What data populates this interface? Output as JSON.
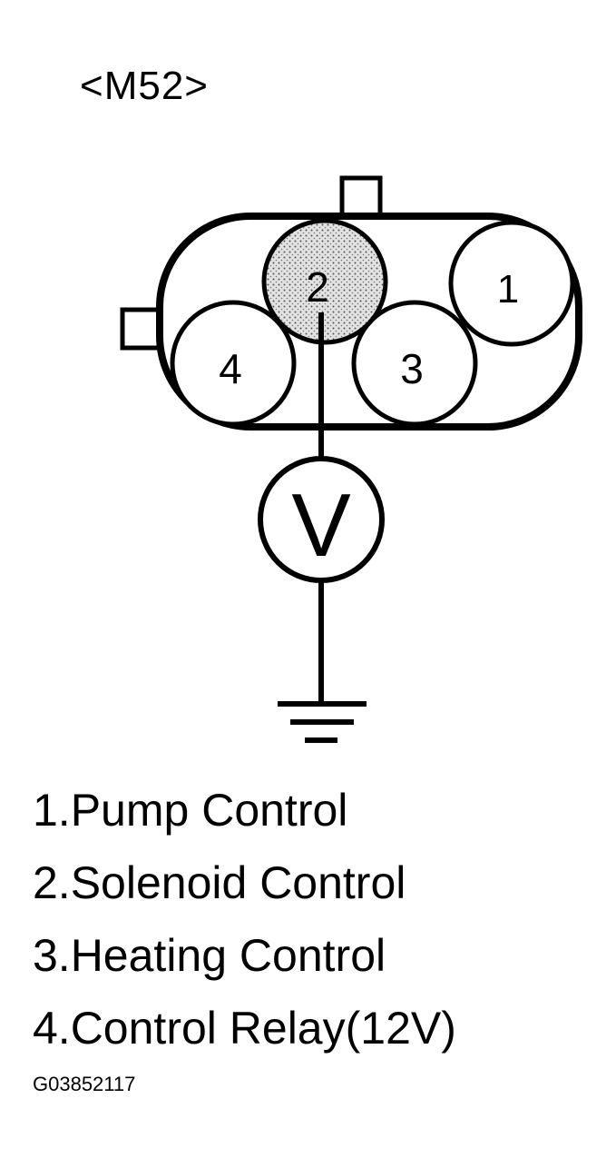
{
  "title": "<M52>",
  "pins": [
    {
      "number": "1"
    },
    {
      "number": "2",
      "shaded": true
    },
    {
      "number": "3"
    },
    {
      "number": "4"
    }
  ],
  "meter_symbol": "V",
  "legend": [
    {
      "label": "1.Pump Control"
    },
    {
      "label": "2.Solenoid Control"
    },
    {
      "label": "3.Heating Control"
    },
    {
      "label": "4.Control Relay(12V)"
    }
  ],
  "figure_code": "G03852117",
  "colors": {
    "ink": "#000000",
    "paper": "#ffffff",
    "shade": "#d4d4d4"
  }
}
